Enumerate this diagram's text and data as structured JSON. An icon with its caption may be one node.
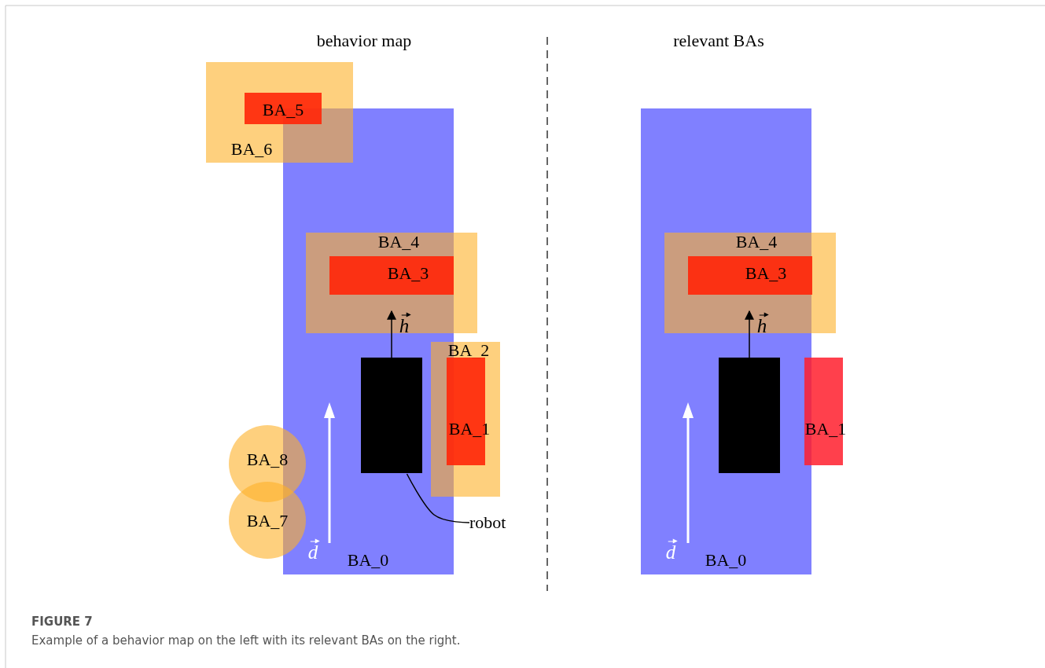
{
  "diagram": {
    "caption": "Example of a behavior map on the left with its relevant BAs on the right.",
    "nodes": [
      {
        "text": [
          "BA_6"
        ]
      },
      {
        "text": [
          "BA_5"
        ],
        "in": 0
      },
      {
        "text": [
          "BA_0"
        ]
      },
      {
        "text": [
          "BA_4"
        ]
      },
      {
        "text": [
          "BA_3"
        ],
        "in": 3
      },
      {
        "text": [
          "BA_2"
        ]
      },
      {
        "text": [
          "BA_1"
        ],
        "in": 5
      },
      {
        "text": [
          "BA_8"
        ]
      },
      {
        "text": [
          "BA_7"
        ]
      },
      {
        "text": [],
        "shape": "box",
        "in": 2
      },
      {
        "text": [
          "robot"
        ]
      },
      {
        "text": [
          "BA_0"
        ]
      },
      {
        "text": [
          "BA_4"
        ]
      },
      {
        "text": [
          "BA_3"
        ],
        "in": 12
      },
      {
        "text": [
          "BA_1"
        ]
      },
      {
        "text": [],
        "shape": "box",
        "in": 11
      }
    ],
    "edges": [
      {
        "from": 10,
        "to": 9,
        "arrow": "none"
      },
      {
        "from": 9,
        "to": 3,
        "arrow": "to"
      },
      {
        "from": 15,
        "to": 12,
        "arrow": "to"
      }
    ],
    "labels": [
      "behavior map",
      "relevant BAs",
      "h",
      "d",
      "h",
      "d",
      "FIGURE 7"
    ]
  }
}
